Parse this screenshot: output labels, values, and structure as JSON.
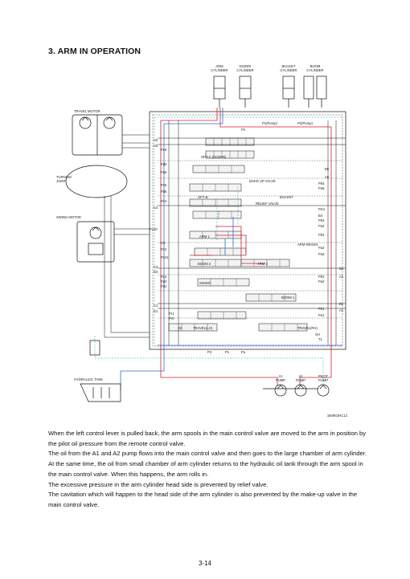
{
  "section_title": "3. ARM IN OPERATION",
  "diagram": {
    "cylinders": [
      {
        "line1": "ARM",
        "line2": "CYLINDER"
      },
      {
        "line1": "DOZER",
        "line2": "CYLINDER"
      },
      {
        "line1": "BUCKET",
        "line2": "CYLINDER"
      },
      {
        "line1": "BOOM",
        "line2": "CYLINDER"
      }
    ],
    "travel_motor": "TRAVEL MOTOR",
    "turning_joint": [
      "TURNING",
      "JOINT"
    ],
    "swing_motor": "SWING MOTOR",
    "hydraulic_tank": "HYDRAULIC TANK",
    "pumps": [
      {
        "line1": "A1",
        "line2": "PUMP"
      },
      {
        "line1": "A2",
        "line2": "PUMP"
      },
      {
        "line1": "PILOT",
        "line2": "PUMP"
      }
    ],
    "figure_code": "1609S3HC12",
    "spool_labels": {
      "opt_c_dozer": "OPT-C (DOZER)",
      "make_up_valve": "MAKE UP VALVE",
      "bucket": "BUCKET",
      "opt_b": "OPT-B",
      "relief_valve": "RELIEF VALVE",
      "arm1": "ARM 1",
      "arm_regen": "ARM REGEN",
      "boom2": "BOOM 2",
      "arm2": "ARM 2",
      "swing": "SWING",
      "boom1": "BOOM 1",
      "travel_lh": "TRAVEL(LH)",
      "travel_rh": "TRAVEL(RH)",
      "sh": "SH"
    },
    "port_labels_left": [
      "C6",
      "C5",
      "Pc6",
      "Pd6",
      "Pa5",
      "C4",
      "Pc5",
      "Pd5",
      "Pc4",
      "C3",
      "Pc3",
      "Pc40",
      "Pc2",
      "Pd2",
      "Pc21",
      "C2",
      "D2",
      "Pd1",
      "C1",
      "D1",
      "Pr1",
      "Pr0"
    ],
    "port_labels_right": [
      "B5",
      "A5",
      "Pb5",
      "Pa5",
      "PS4",
      "B4",
      "Pb4",
      "Pa4",
      "Pb3",
      "Pa3",
      "Pa3",
      "B2",
      "A2",
      "Pb2",
      "Pa2",
      "B1",
      "A1",
      "Pb1",
      "Pa1",
      "T1"
    ],
    "top_labels": [
      "P1(Pump)",
      "P2(Pump)",
      "Pn"
    ],
    "bottom_labels": [
      "P3",
      "P1",
      "Pu",
      "Dr"
    ]
  },
  "paragraphs": [
    "When the left control lever is pulled back, the arm spools in the main control valve are moved to the arm in position by the pilot oil pressure from the remote control valve.",
    "The oil from the A1 and A2 pump flows into the main control valve and then goes to the large chamber of arm cylinder.",
    "At the same time, the oil from small chamber of arm cylinder returns to the hydraulic oil tank through the arm spool in the main control valve. When this happens, the arm rolls in.",
    "The excessive pressure in the arm cylinder head side is prevented by relief valve.",
    "The cavitation which will happen to the head side of the arm cylinder is also prevented by the make-up valve in the main control valve."
  ],
  "page_number": "3-14",
  "colors": {
    "pressure_line": "#d21f2b",
    "return_line": "#2a6fd6",
    "pilot_line": "#1aa6b0",
    "ink": "#111111"
  }
}
